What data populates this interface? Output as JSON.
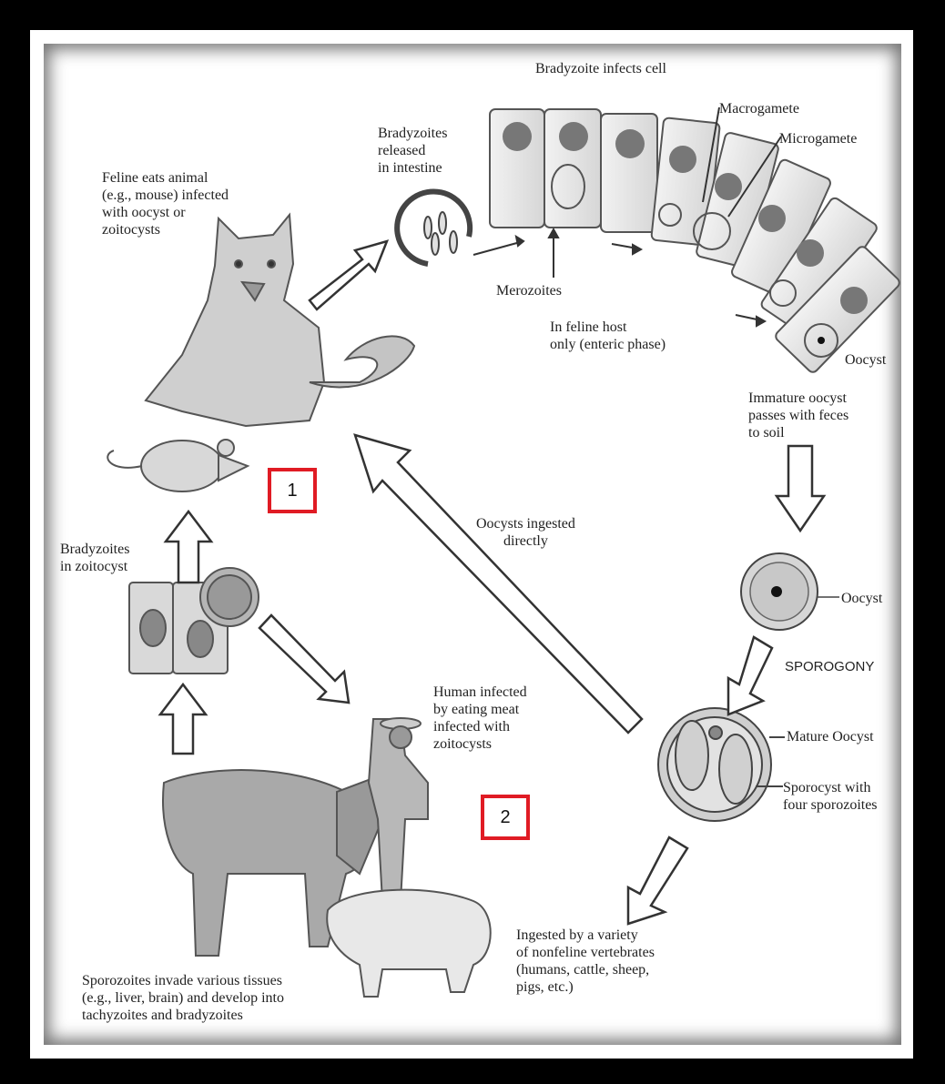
{
  "labels": {
    "feline_eats": "Feline eats animal\n(e.g., mouse) infected\nwith oocyst or\nzoitocysts",
    "bradyzoites_released": "Bradyzoites\nreleased\nin intestine",
    "bradyzoite_infects": "Bradyzoite infects cell",
    "macrogamete": "Macrogamete",
    "microgamete": "Microgamete",
    "merozoites": "Merozoites",
    "feline_host": "In feline host\nonly (enteric phase)",
    "oocyst_top": "Oocyst",
    "immature": "Immature oocyst\npasses with feces\nto soil",
    "oocyst_mid": "Oocyst",
    "sporogony": "SPOROGONY",
    "mature_oocyst": "Mature Oocyst",
    "sporocyst": "Sporocyst with\nfour sporozoites",
    "ingested_variety": "Ingested by a variety\nof nonfeline vertebrates\n(humans, cattle, sheep,\npigs, etc.)",
    "oocysts_ingested": "Oocysts ingested\ndirectly",
    "bradyzoites_zoitocyst": "Bradyzoites\nin zoitocyst",
    "human_infected": "Human infected\nby eating meat\ninfected with\nzoitocysts",
    "sporozoites_invade": "Sporozoites invade various tissues\n(e.g., liver, brain) and develop into\ntachyzoites and bradyzoites"
  },
  "markers": {
    "one": "1",
    "two": "2"
  },
  "colors": {
    "marker_border": "#e01b24",
    "frame": "#000000"
  }
}
